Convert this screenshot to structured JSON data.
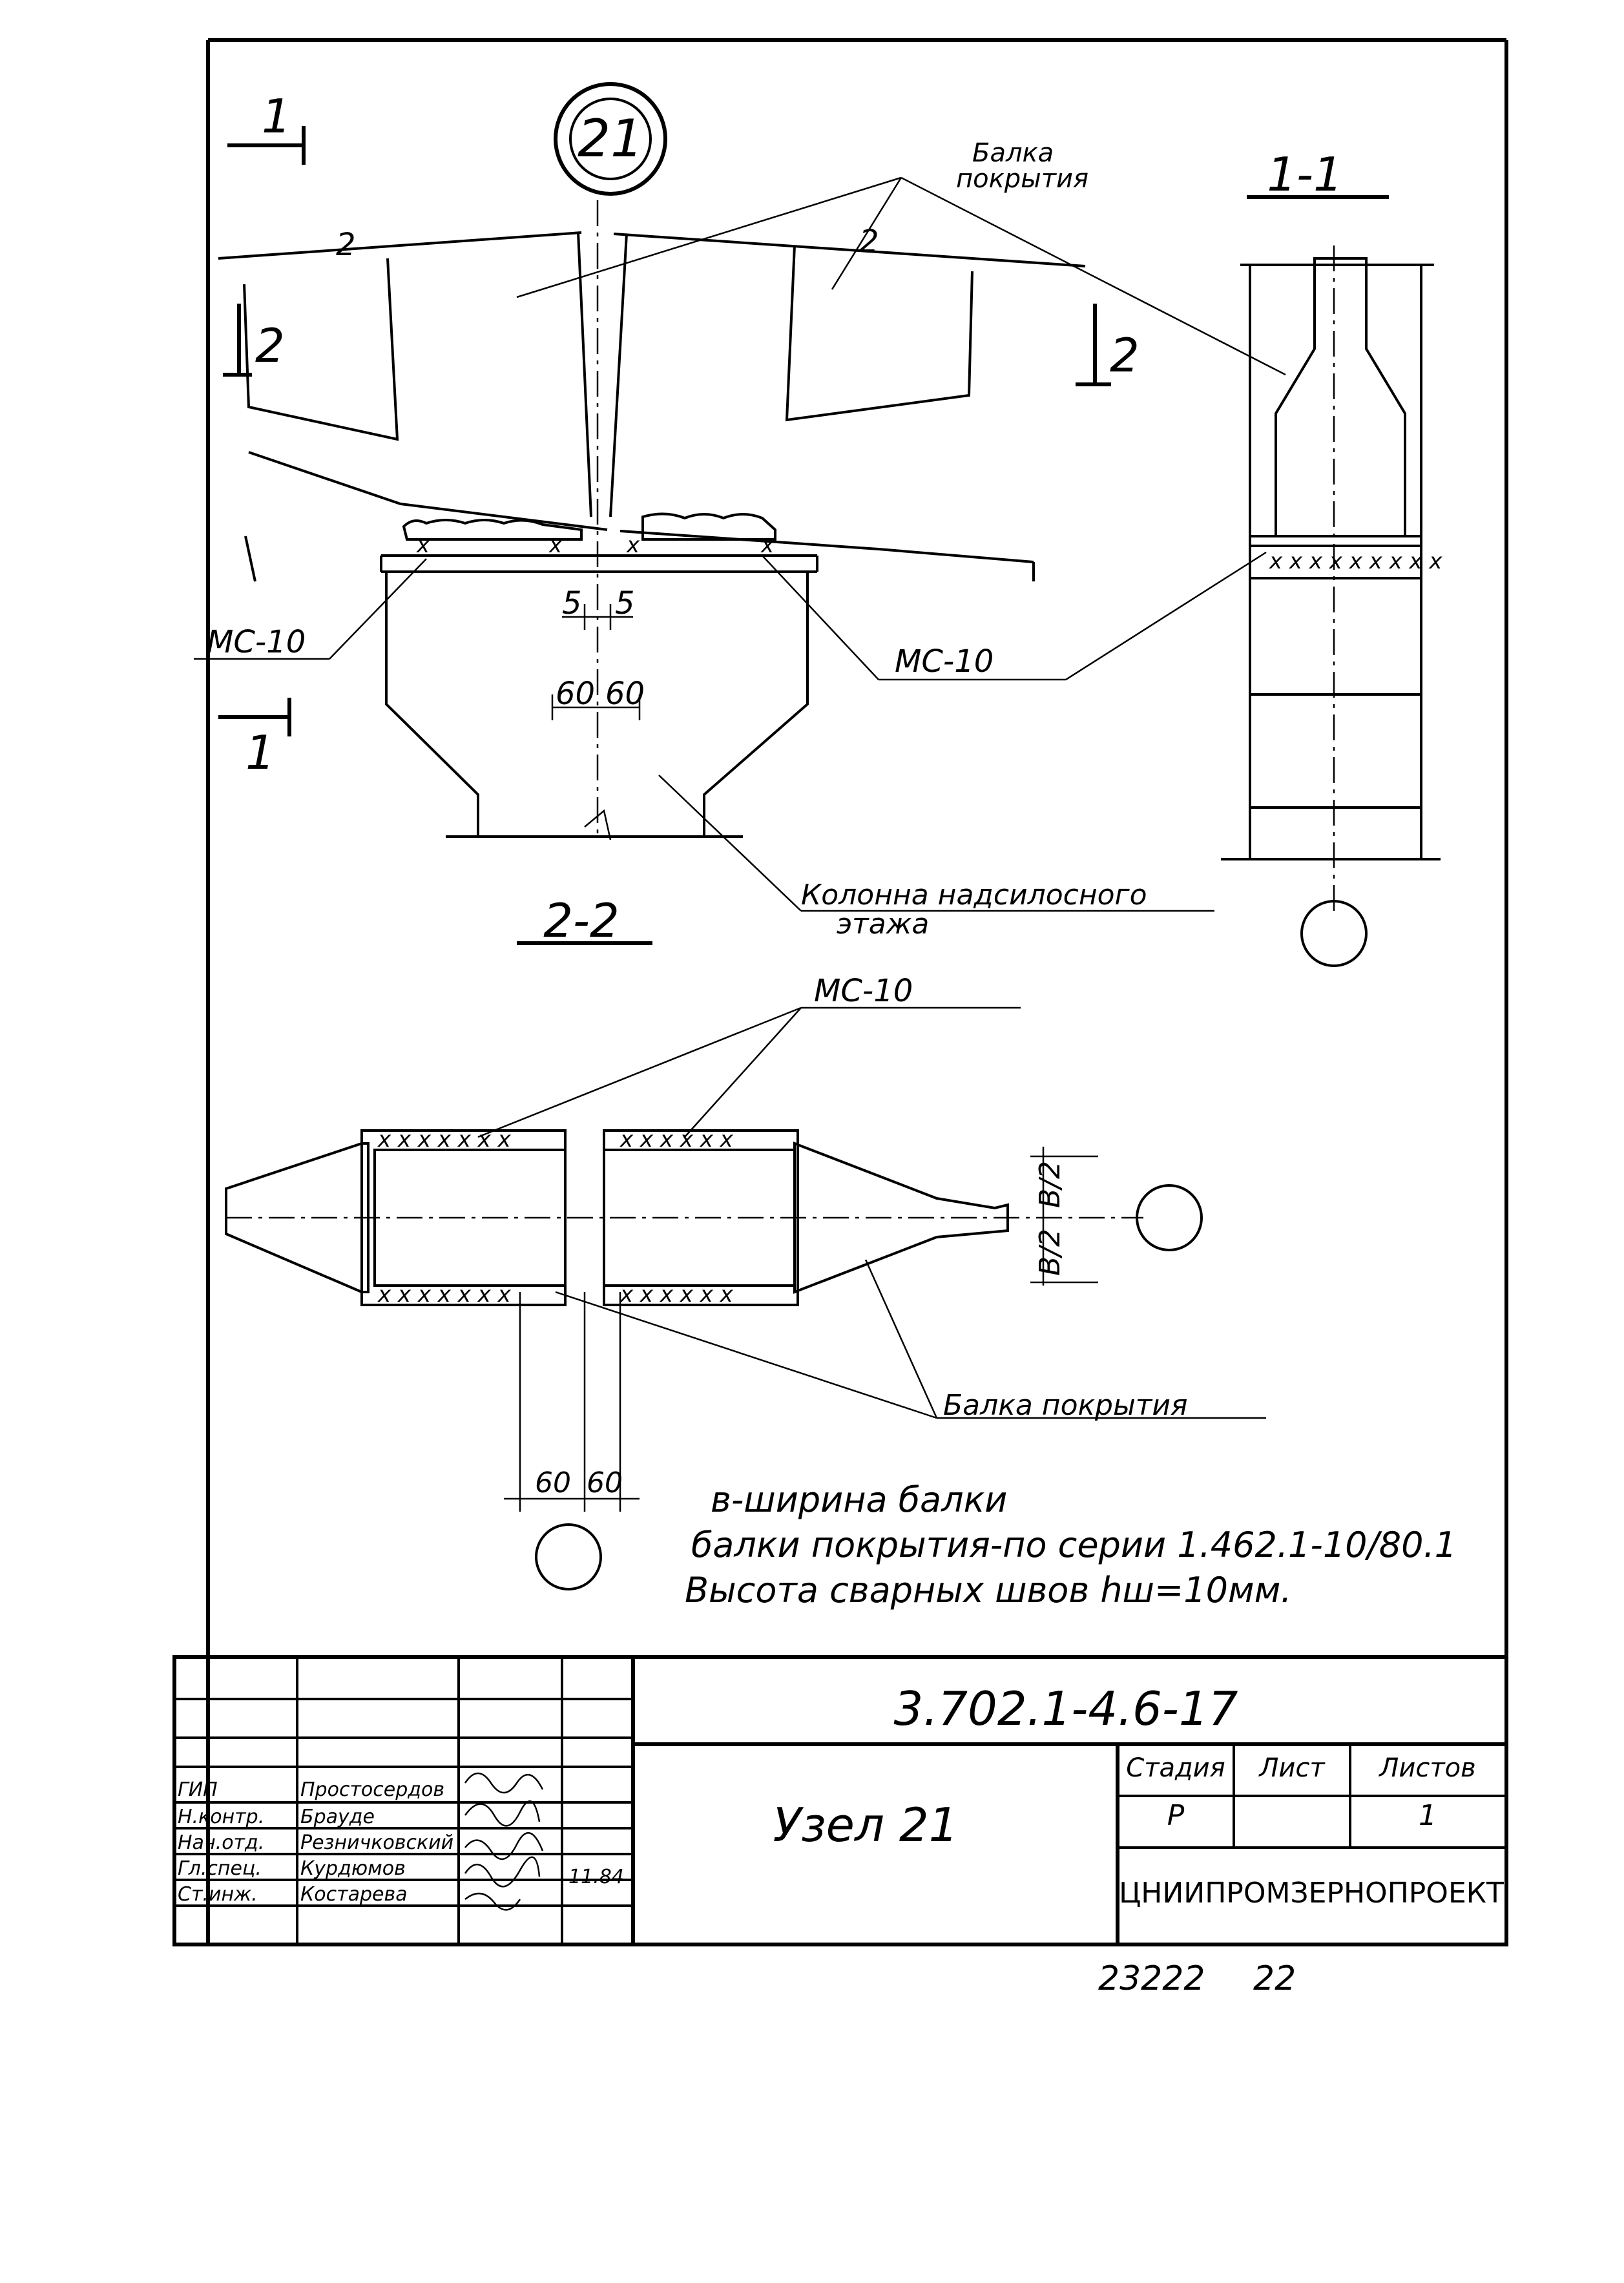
{
  "node_marker": "21",
  "section_marks": {
    "cut_1_top": "1",
    "cut_1_bottom": "1",
    "cut_2_left": "2",
    "cut_2_right": "2"
  },
  "views": {
    "section_1_1_title": "1-1",
    "section_2_2_title": "2-2"
  },
  "labels": {
    "beam_top_line1": "Балка",
    "beam_top_line2": "покрытия",
    "mc10_left": "МС-10",
    "mc10_right": "МС-10",
    "mc10_plan": "МС-10",
    "column_line1": "Колонна надсилосного",
    "column_line2": "этажа",
    "beam_plan": "Балка покрытия",
    "axis_mark_a": "2",
    "axis_mark_b": "2"
  },
  "dimensions": {
    "gap_left": "5",
    "gap_right": "5",
    "offset_left": "60",
    "offset_right": "60",
    "plan_left": "60",
    "plan_right": "60",
    "half_width_top": "B/2",
    "half_width_bottom": "B/2"
  },
  "notes": [
    "в-ширина балки",
    "балки покрытия-по серии 1.462.1-10/80.1",
    "Высота сварных швов hш=10мм."
  ],
  "title_block": {
    "code": "3.702.1-4.6-17",
    "title": "Узел 21",
    "stage_header": "Стадия",
    "sheet_header": "Лист",
    "sheets_header": "Листов",
    "stage": "Р",
    "sheet": "",
    "sheets": "1",
    "organization": "ЦНИИПРОМЗЕРНОПРОЕКТ",
    "date": "11.84",
    "roles": [
      {
        "role": "ГИП",
        "name": "Простосердов"
      },
      {
        "role": "Н.контр.",
        "name": "Брауде"
      },
      {
        "role": "Нач.отд.",
        "name": "Резничковский"
      },
      {
        "role": "Гл.спец.",
        "name": "Курдюмов"
      },
      {
        "role": "Ст.инж.",
        "name": "Костарева"
      }
    ]
  },
  "footer": {
    "number": "23222",
    "page": "22"
  }
}
